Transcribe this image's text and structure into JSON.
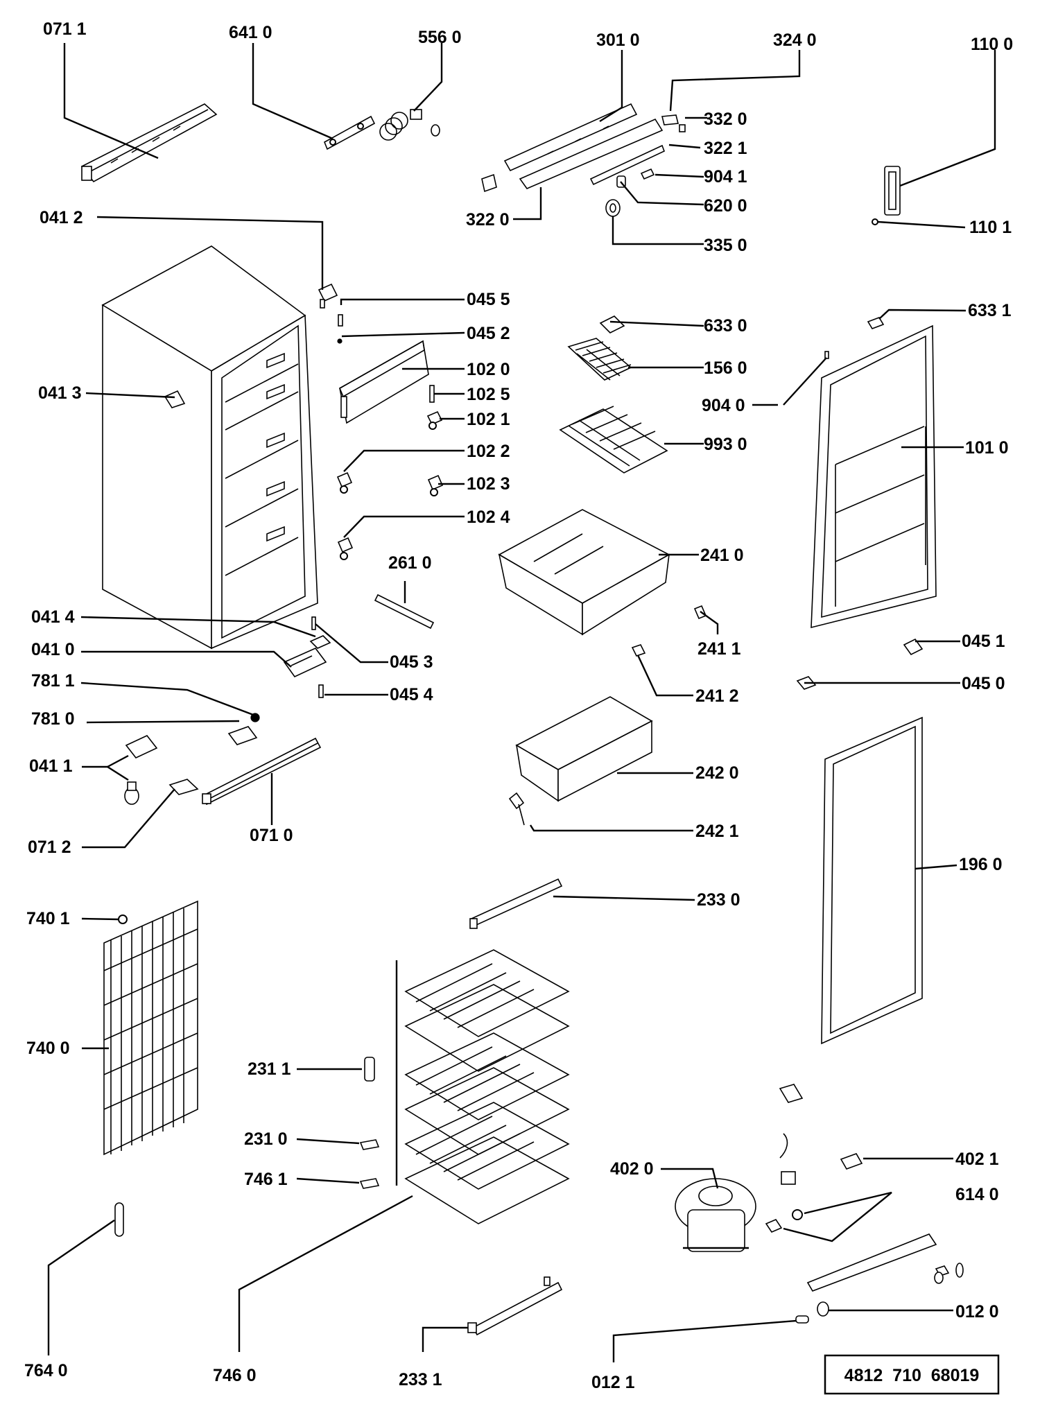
{
  "labels": {
    "p0711": "071 1",
    "p6410": "641 0",
    "p5560": "556 0",
    "p3010": "301 0",
    "p3240": "324 0",
    "p1100": "110 0",
    "p3320": "332 0",
    "p3221": "322 1",
    "p9041": "904 1",
    "p6200": "620 0",
    "p3220": "322 0",
    "p3350": "335 0",
    "p1101": "110 1",
    "p0412": "041 2",
    "p0455": "045 5",
    "p0452": "045 2",
    "p1020": "102 0",
    "p1025": "102 5",
    "p1021": "102 1",
    "p1022": "102 2",
    "p1023": "102 3",
    "p1024": "102 4",
    "p0413": "041 3",
    "p6330": "633 0",
    "p6331": "633 1",
    "p1560": "156 0",
    "p9040": "904 0",
    "p9930": "993 0",
    "p1010": "101 0",
    "p2610": "261 0",
    "p2410": "241 0",
    "p2411": "241 1",
    "p0451": "045 1",
    "p0450": "045 0",
    "p2412": "241 2",
    "p0414": "041 4",
    "p0410": "041 0",
    "p0453": "045 3",
    "p0454": "045 4",
    "p7811": "781 1",
    "p7810": "781 0",
    "p0411": "041 1",
    "p0712": "071 2",
    "p0710": "071 0",
    "p2420": "242 0",
    "p2421": "242 1",
    "p1960": "196 0",
    "p2330": "233 0",
    "p7401": "740 1",
    "p7400": "740 0",
    "p2311": "231 1",
    "p2310": "231 0",
    "p7461": "746 1",
    "p4020": "402 0",
    "p4021": "402 1",
    "p6140": "614 0",
    "p0120": "012 0",
    "p7640": "764 0",
    "p7460": "746 0",
    "p2331": "233 1",
    "p0121": "012 1"
  },
  "document_code": "4812  710  68019"
}
